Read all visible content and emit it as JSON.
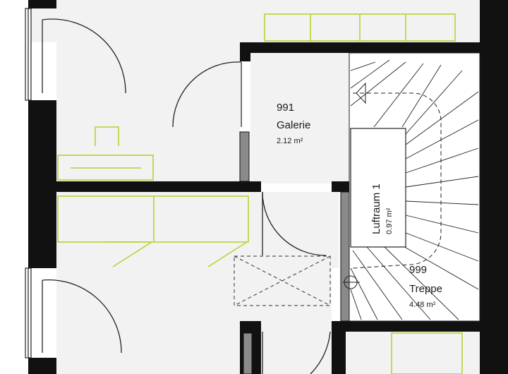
{
  "rooms": [
    {
      "id": "galerie",
      "number": "991",
      "name": "Galerie",
      "area": "2.12 m²"
    },
    {
      "id": "treppe",
      "number": "999",
      "name": "Treppe",
      "area": "4.48 m²"
    },
    {
      "id": "luftraum",
      "name": "Luftraum 1",
      "area": "0.97 m²"
    }
  ],
  "colors": {
    "wall": "#111111",
    "floor": "#f2f2f2",
    "furniture_outline": "#b5d334",
    "column": "#8a8a8a",
    "line": "#222222"
  }
}
